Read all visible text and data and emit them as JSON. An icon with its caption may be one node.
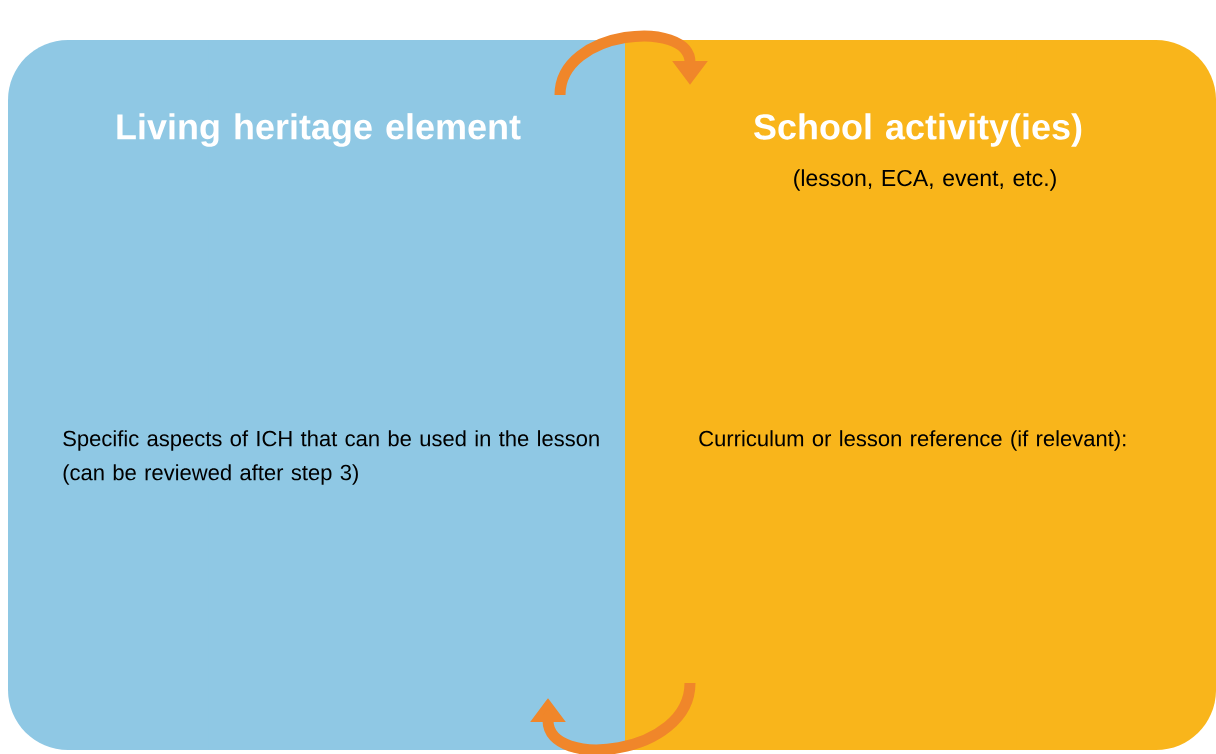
{
  "diagram": {
    "nodes": [
      {
        "text": [
          "Living heritage element",
          "Specific aspects of ICH that can be used in the lesson (can be reviewed after step 3)"
        ]
      },
      {
        "text": [
          "School activity(ies)",
          "(lesson, ECA, event, etc.)",
          "Curriculum or lesson reference (if relevant):"
        ]
      }
    ],
    "edges": [
      {
        "from": 0,
        "to": 1,
        "arrow": "to"
      },
      {
        "from": 1,
        "to": 0,
        "arrow": "to"
      }
    ]
  }
}
